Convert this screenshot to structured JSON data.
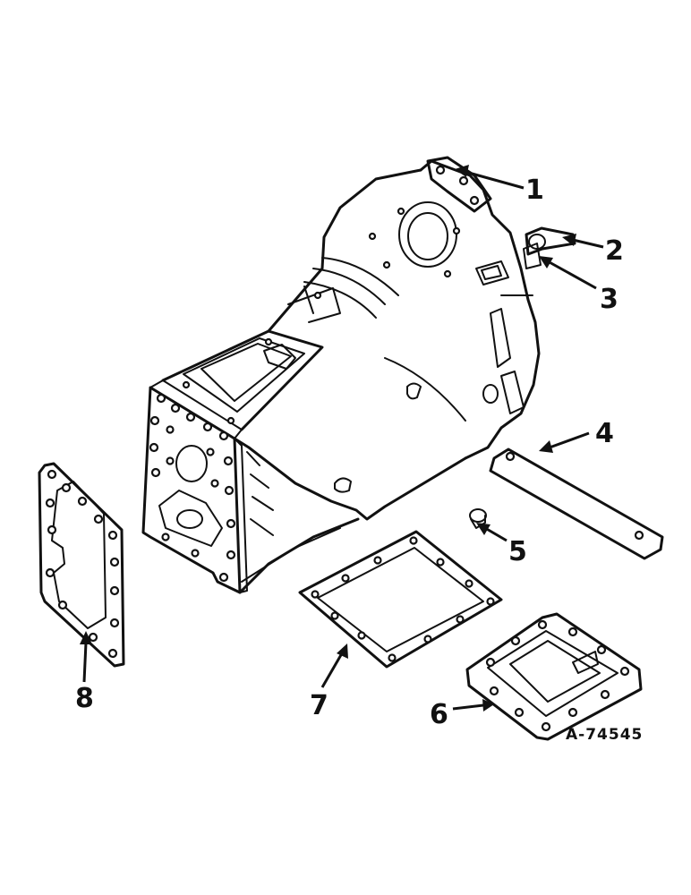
{
  "callouts": [
    "1",
    "2",
    "3",
    "4",
    "5",
    "6",
    "7",
    "8"
  ],
  "drawing_code": "A-74545"
}
